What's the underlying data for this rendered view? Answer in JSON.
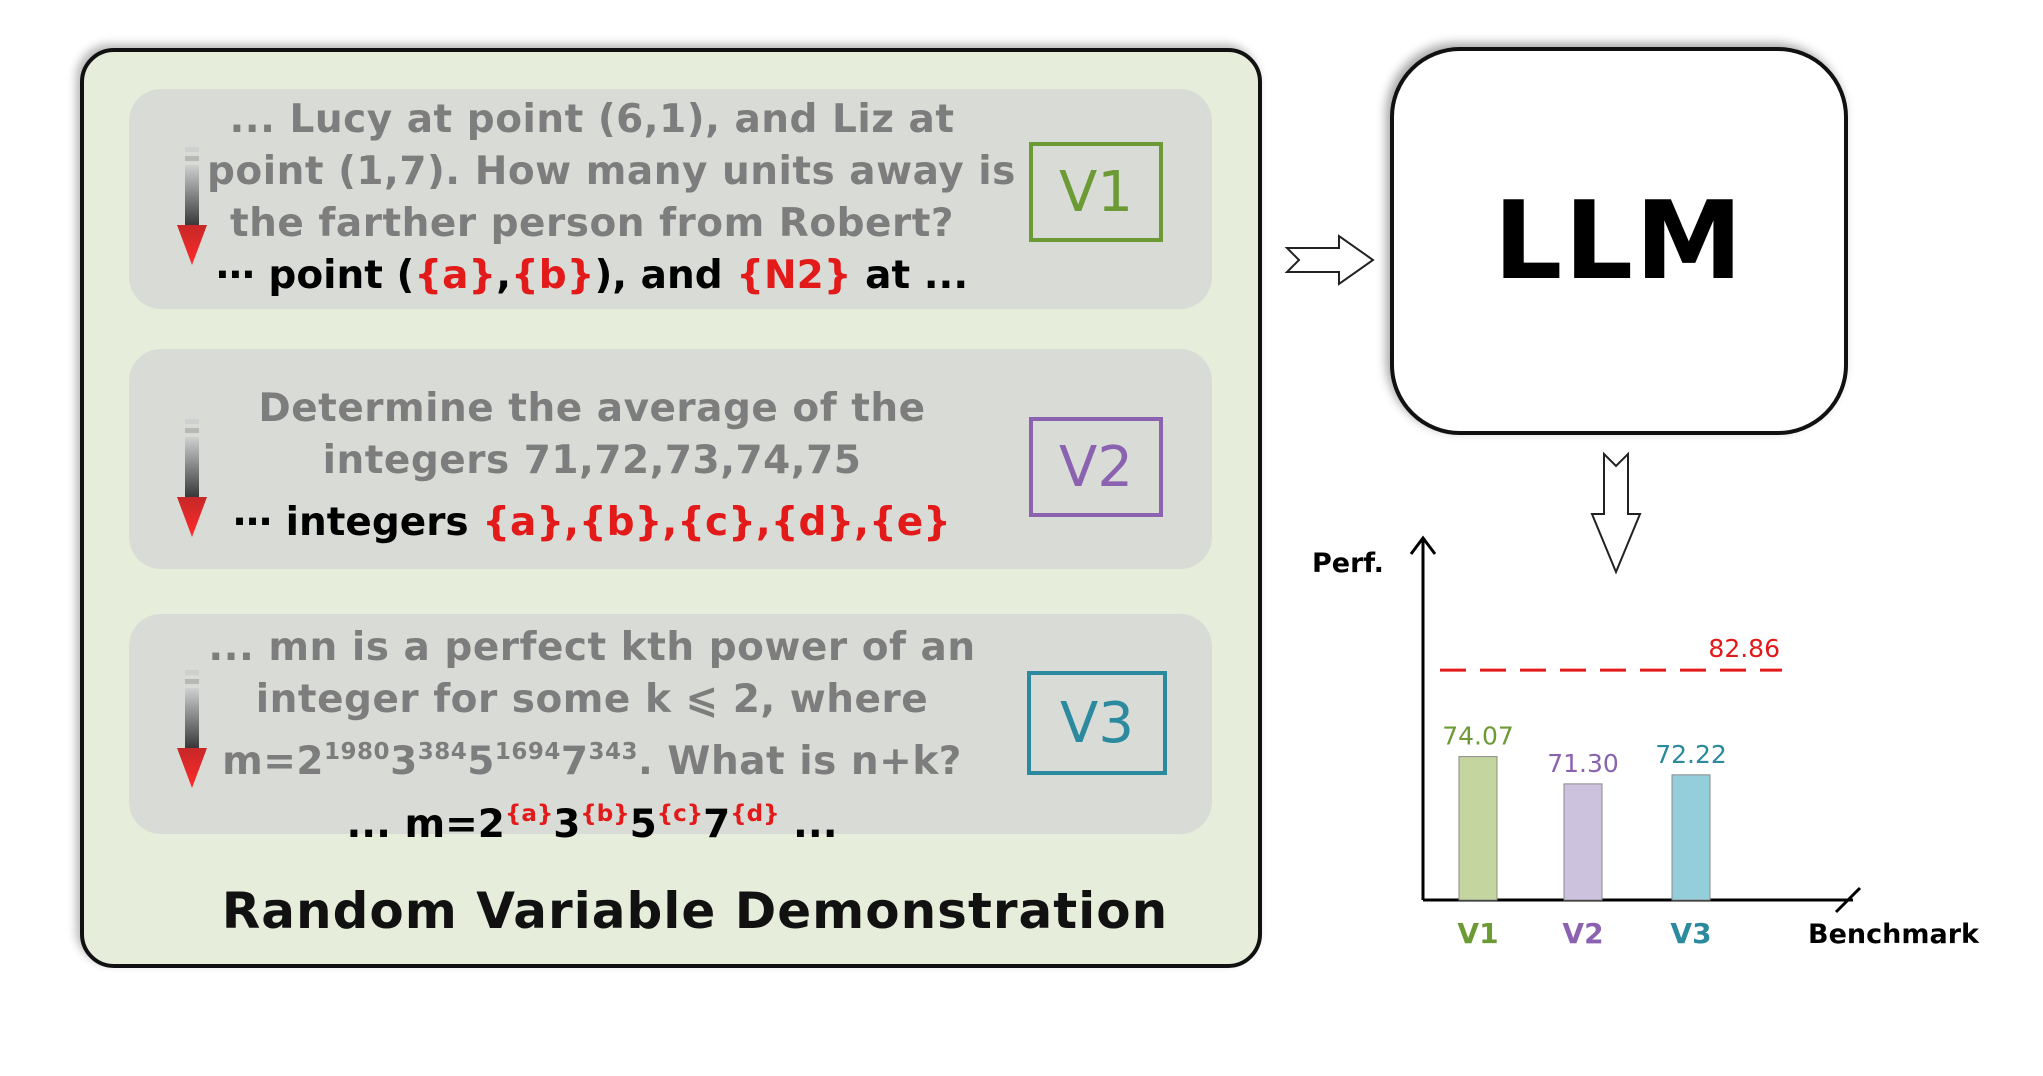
{
  "panel": {
    "title": "Random Variable Demonstration",
    "cards": [
      {
        "label": "V1",
        "original": [
          "... Lucy at point (6,1), and Liz at",
          "point (1,7). How many units away is",
          "the farther person from Robert?"
        ],
        "template": {
          "p1": "⋯ point (",
          "a": "{a}",
          "comma": ",",
          "b": "{b}",
          "p2": "), and ",
          "n2": "{N2}",
          "p3": " at ..."
        }
      },
      {
        "label": "V2",
        "original": [
          "Determine the average of the",
          "integers 71,72,73,74,75"
        ],
        "template": {
          "p1": "⋯ integers ",
          "a": "{a}",
          "b": "{b}",
          "c": "{c}",
          "d": "{d}",
          "e": "{e}",
          "comma": ","
        }
      },
      {
        "label": "V3",
        "original": [
          "... mn is a perfect kth power of an",
          "integer for some k ⩽ 2, where"
        ],
        "original_line3": {
          "pre": "m=2",
          "e1": "1980",
          "b2": "3",
          "e2": "384",
          "b3": "5",
          "e3": "1694",
          "b4": "7",
          "e4": "343",
          "post": ". What is n+k?"
        },
        "template": {
          "pre": "... m=2",
          "a": "{a}",
          "b3": "3",
          "b": "{b}",
          "b5": "5",
          "c": "{c}",
          "b7": "7",
          "d": "{d}",
          "post": " ..."
        }
      }
    ]
  },
  "llm": {
    "label": "LLM"
  },
  "chart_data": {
    "type": "bar",
    "categories": [
      "V1",
      "V2",
      "V3"
    ],
    "values": [
      74.07,
      71.3,
      72.22
    ],
    "value_labels": [
      "74.07",
      "71.30",
      "72.22"
    ],
    "bar_colors": [
      "#c5d59f",
      "#cdc2dd",
      "#94cedb"
    ],
    "label_colors": [
      "#6c9a34",
      "#8a62b0",
      "#2b8a9e"
    ],
    "reference_line": {
      "value": 82.86,
      "label": "82.86",
      "color": "#e21a1a",
      "style": "dashed"
    },
    "ylabel": "Perf.",
    "xlabel": "Benchmark",
    "ylim": [
      0,
      91
    ]
  }
}
